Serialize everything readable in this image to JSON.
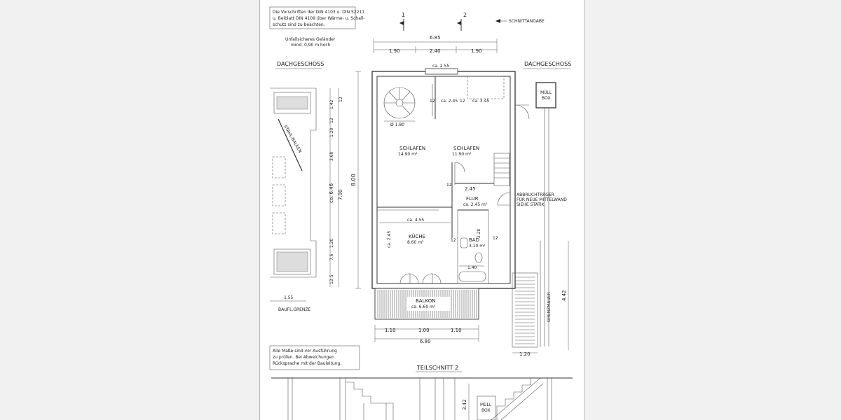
{
  "notes": {
    "regulations": [
      "Die Vorschriften der DIN 4103 u. DIN 52211",
      "u. Beiblatt DIN 4109 über Wärme- u. Schall-",
      "schutz sind zu beachten."
    ],
    "railing": [
      "Unfallsicheres Geländer",
      "mind. 0,90 m hoch"
    ],
    "check_dims": [
      "Alle Maße sind vor Ausführung",
      "zu prüfen. Bei Abweichungen",
      "Rücksprache mit der Bauleitung."
    ],
    "beam": [
      "ABBRUCHTRÄGER",
      "FÜR NEUE MITTELWAND",
      "SIEHE STATIK"
    ]
  },
  "labels": {
    "floor_left": "DACHGESCHOSS",
    "floor_right": "DACHGESCHOSS",
    "section_marker": "SCHNITTANGABE",
    "cut1": "1",
    "cut2": "2",
    "partial_section": "TEILSCHNITT 2",
    "boundary": "BAUFL.GRENZE",
    "boundary_wall": "GRENZMAUER",
    "steel_beam": "STAHL-BALKEN",
    "waste_box": [
      "MÜLL",
      "BOX"
    ],
    "waste_box_2": [
      "MÜLL",
      "BOX"
    ]
  },
  "rooms": {
    "bed1": {
      "name": "SCHLAFEN",
      "area": "14.90 m²"
    },
    "bed2": {
      "name": "SCHLAFEN",
      "area": "11.90 m²"
    },
    "hall": {
      "name": "FLUR",
      "area": "ca. 2.45 m²"
    },
    "kitchen": {
      "name": "KÜCHE",
      "area": "8.60 m²"
    },
    "bath": {
      "name": "BAD",
      "area": "3.10 m²"
    },
    "balcony": {
      "name": "BALKON",
      "area": "ca. 6.60 m²"
    }
  },
  "dims": {
    "overall_width": "6.85",
    "top_parts": [
      "1.90",
      "2.40",
      "1.90"
    ],
    "window_top": "ca. 2.55",
    "bed2_span": "ca. 2.45",
    "bed2_span_b": "ca. 3.45",
    "stair_dia": "Ø 1.80",
    "hall_width": "2.45",
    "kitchen_width": "ca. 4.55",
    "kitchen_depth": "ca. 2.45",
    "bath_width": "1.40",
    "bath_depth": "2.20",
    "depth_total": "8.00",
    "bottom_parts": [
      "1.10",
      "1.00",
      "1.10"
    ],
    "bottom_total": "6.80",
    "right_depth": "4.42",
    "right_width": "1.20",
    "wall_12": "12",
    "left_col": [
      "1.42",
      "12",
      "1.20",
      "12",
      "3.60",
      "co. 6.46",
      "7.00",
      "7.6",
      "1.20",
      "5",
      "12"
    ],
    "left_bottom": "1.55",
    "section_height": "3.42"
  }
}
